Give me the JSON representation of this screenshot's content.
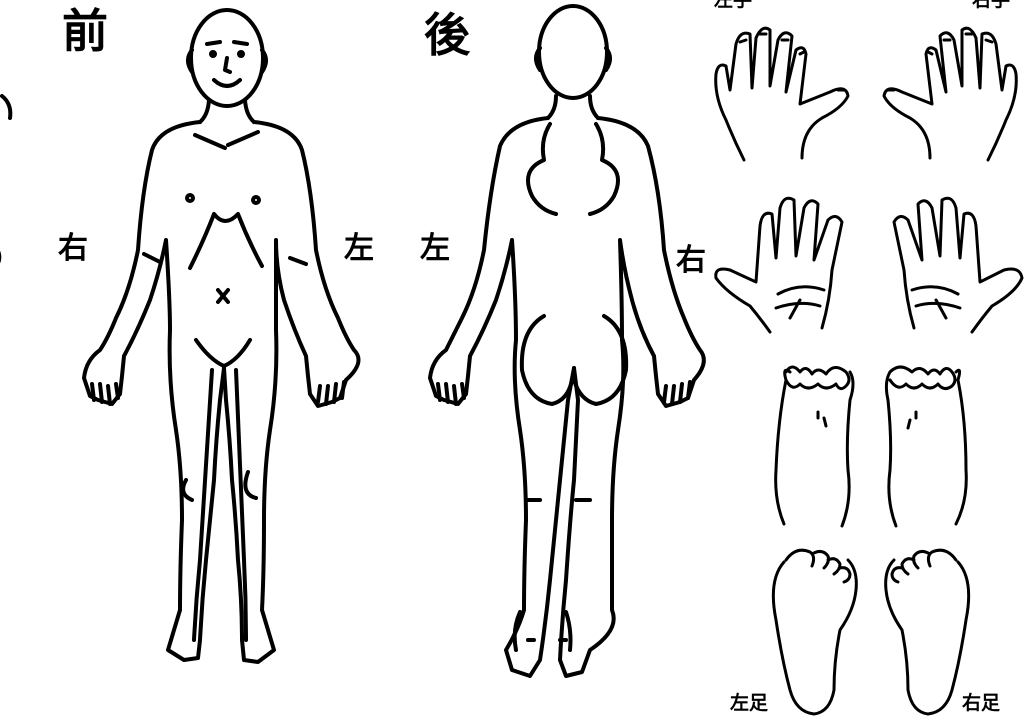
{
  "labels": {
    "front": "前",
    "back": "後",
    "front_right": "右",
    "front_left": "左",
    "back_left": "左",
    "back_right": "右",
    "left_hand": "左手",
    "right_hand": "右手",
    "left_foot": "左足",
    "right_foot": "右足",
    "paren": "）"
  },
  "colors": {
    "ink": "#000000",
    "background": "#ffffff"
  }
}
